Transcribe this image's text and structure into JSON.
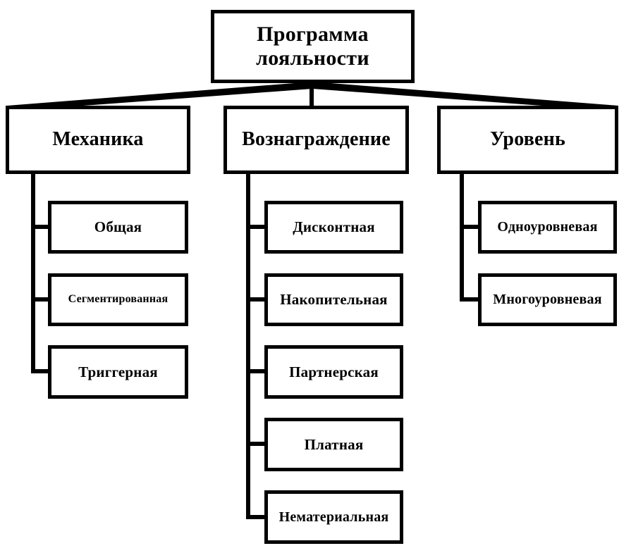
{
  "diagram": {
    "type": "hierarchy-tree",
    "title": "Программа лояльности",
    "root": {
      "label": "Программа лояльности"
    },
    "branches": [
      {
        "label": "Механика",
        "children": [
          {
            "label": "Общая"
          },
          {
            "label": "Сегментированная"
          },
          {
            "label": "Триггерная"
          }
        ]
      },
      {
        "label": "Вознаграждение",
        "children": [
          {
            "label": "Дисконтная"
          },
          {
            "label": "Накопительная"
          },
          {
            "label": "Партнерская"
          },
          {
            "label": "Платная"
          },
          {
            "label": "Нематериальная"
          }
        ]
      },
      {
        "label": "Уровень",
        "children": [
          {
            "label": "Одноуровневая"
          },
          {
            "label": "Многоуровневая"
          }
        ]
      }
    ],
    "colors": {
      "stroke": "#000000",
      "fill": "#ffffff",
      "text": "#000000"
    }
  }
}
